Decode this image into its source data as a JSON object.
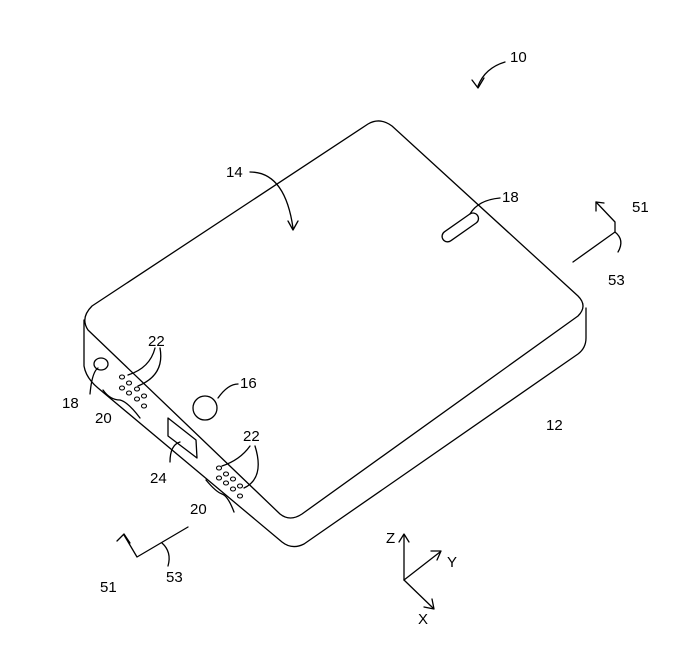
{
  "figure": {
    "labels": {
      "device": "10",
      "top_face": "14",
      "speaker_slot": "18",
      "axis_51_right": "51",
      "axis_53_right": "53",
      "holes_left": "22",
      "button": "16",
      "jack": "18",
      "region_left": "20",
      "housing": "12",
      "holes_right": "22",
      "connector": "24",
      "region_right": "20",
      "axis_51_left": "51",
      "axis_53_left": "53"
    },
    "axes": {
      "z": "Z",
      "y": "Y",
      "x": "X"
    }
  }
}
